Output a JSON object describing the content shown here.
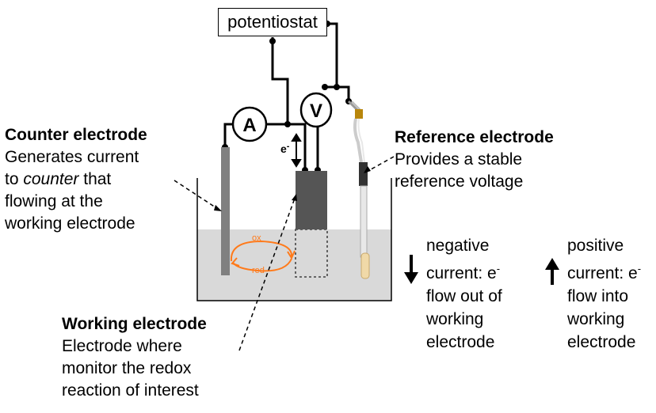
{
  "instrument": {
    "label": "potentiostat"
  },
  "meters": {
    "ammeter": "A",
    "voltmeter": "V"
  },
  "electron_symbol": "e",
  "electron_superscript": "-",
  "counter_electrode": {
    "title": "Counter electrode",
    "lines": [
      "Generates current",
      "to ",
      "counter",
      " that",
      "flowing at the",
      "working electrode"
    ]
  },
  "reference_electrode": {
    "title": "Reference electrode",
    "lines": [
      "Provides a stable",
      "reference voltage"
    ]
  },
  "working_electrode": {
    "title": "Working electrode",
    "lines": [
      "Electrode where",
      "monitor the redox",
      "reaction of interest"
    ]
  },
  "redox": {
    "ox": "ox",
    "red": "red"
  },
  "negative_current": {
    "arrow": "↓",
    "lines": [
      "negative",
      "current: e",
      "-",
      "flow out of",
      "working",
      "electrode"
    ]
  },
  "positive_current": {
    "arrow": "↑",
    "lines": [
      "positive",
      "current: e",
      "-",
      "flow into",
      "working",
      "electrode"
    ]
  },
  "colors": {
    "solution": "#d9d9d9",
    "counter": "#808080",
    "working": "#555555",
    "redox": "#ff7a1a"
  }
}
